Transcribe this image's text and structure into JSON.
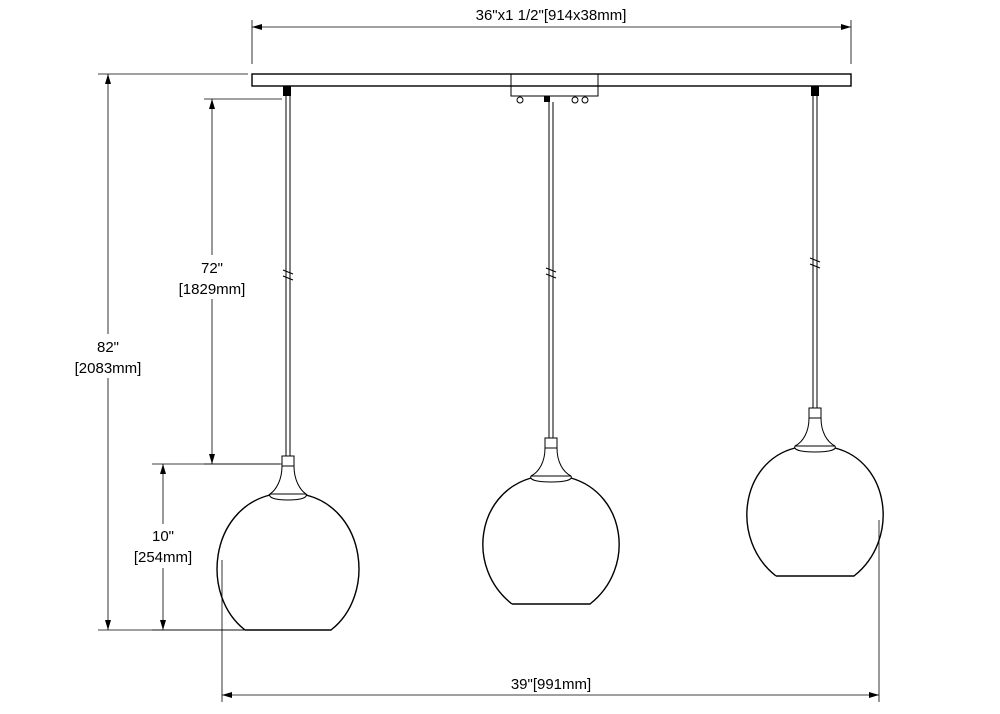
{
  "drawing": {
    "dimensions": {
      "canopy_size": "36\"x1 1/2\"[914x38mm]",
      "overall_width": "39\"[991mm]",
      "max_height_in": "82\"",
      "max_height_mm": "[2083mm]",
      "cord_length_in": "72\"",
      "cord_length_mm": "[1829mm]",
      "shade_height_in": "10\"",
      "shade_height_mm": "[254mm]"
    },
    "colors": {
      "line": "#000000",
      "background": "#ffffff"
    }
  }
}
